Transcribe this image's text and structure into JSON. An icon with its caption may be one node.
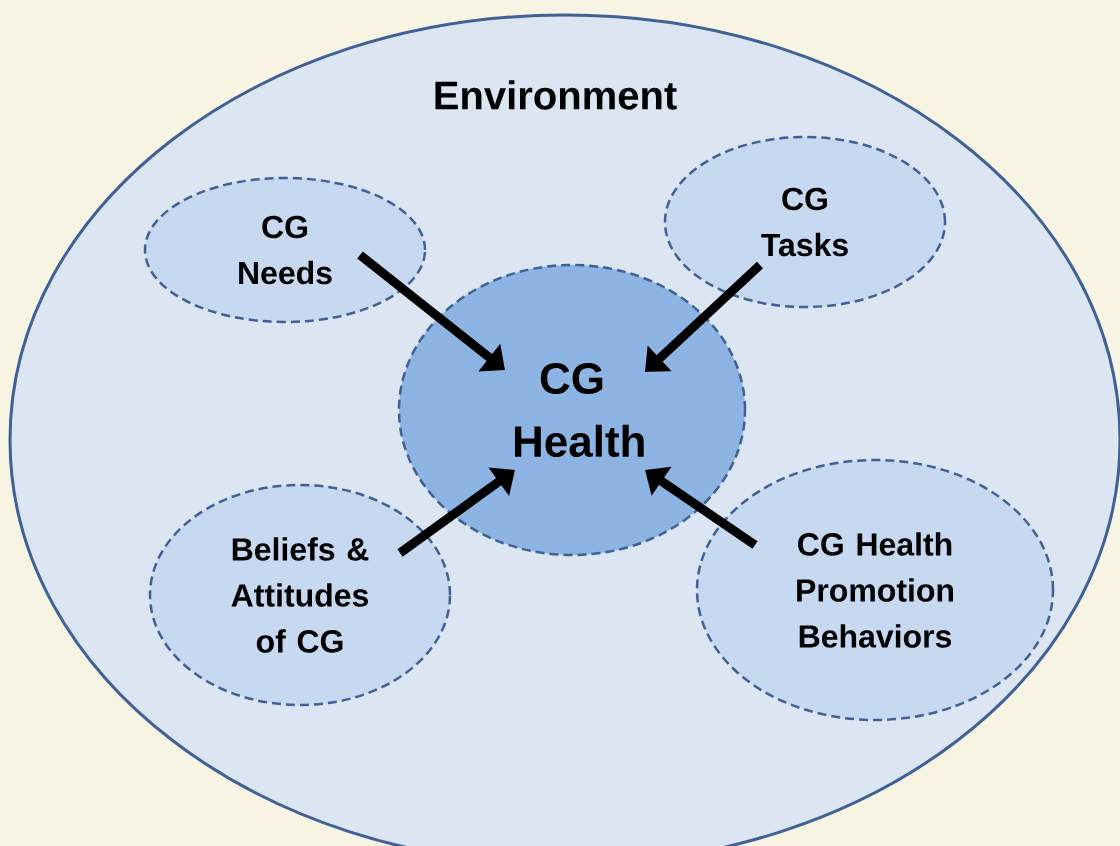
{
  "diagram": {
    "nodes": [
      {
        "text": [
          "Environment"
        ]
      },
      {
        "text": [
          "CG Needs"
        ],
        "in": 0
      },
      {
        "text": [
          "CG Tasks"
        ],
        "in": 0
      },
      {
        "text": [
          "CG Health"
        ],
        "in": 0
      },
      {
        "text": [
          "Beliefs & Attitudes of CG"
        ],
        "in": 0
      },
      {
        "text": [
          "CG Health Promotion Behaviors"
        ],
        "in": 0
      }
    ],
    "edges": [
      {
        "from": 1,
        "to": 3,
        "arrow": "to"
      },
      {
        "from": 2,
        "to": 3,
        "arrow": "to"
      },
      {
        "from": 4,
        "to": 3,
        "arrow": "to"
      },
      {
        "from": 5,
        "to": 3,
        "arrow": "to"
      }
    ]
  }
}
